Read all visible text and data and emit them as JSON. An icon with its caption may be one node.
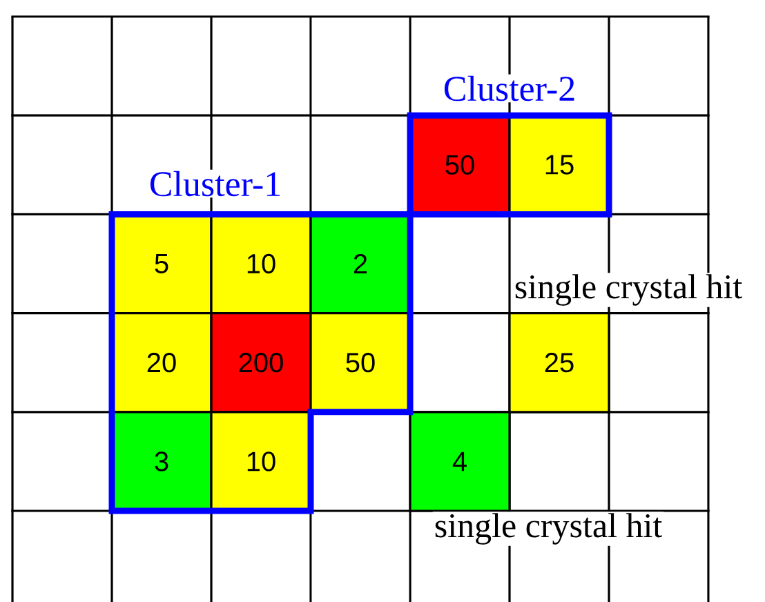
{
  "diagram": {
    "nodes": [
      {
        "text": [
          "Cluster-2"
        ]
      },
      {
        "text": [
          "50"
        ],
        "in": 0
      },
      {
        "text": [
          "15"
        ],
        "in": 0
      },
      {
        "text": [
          "Cluster-1"
        ]
      },
      {
        "text": [
          "5"
        ],
        "in": 3
      },
      {
        "text": [
          "10"
        ],
        "in": 3
      },
      {
        "text": [
          "2"
        ],
        "in": 3
      },
      {
        "text": [
          "20"
        ],
        "in": 3
      },
      {
        "text": [
          "200"
        ],
        "in": 3
      },
      {
        "text": [
          "50"
        ],
        "in": 3
      },
      {
        "text": [
          "3"
        ],
        "in": 3
      },
      {
        "text": [
          "10"
        ],
        "in": 3
      },
      {
        "text": [
          "25"
        ]
      },
      {
        "text": [
          "4"
        ]
      }
    ],
    "labels": [
      "single crystal hit",
      "single crystal hit"
    ]
  }
}
